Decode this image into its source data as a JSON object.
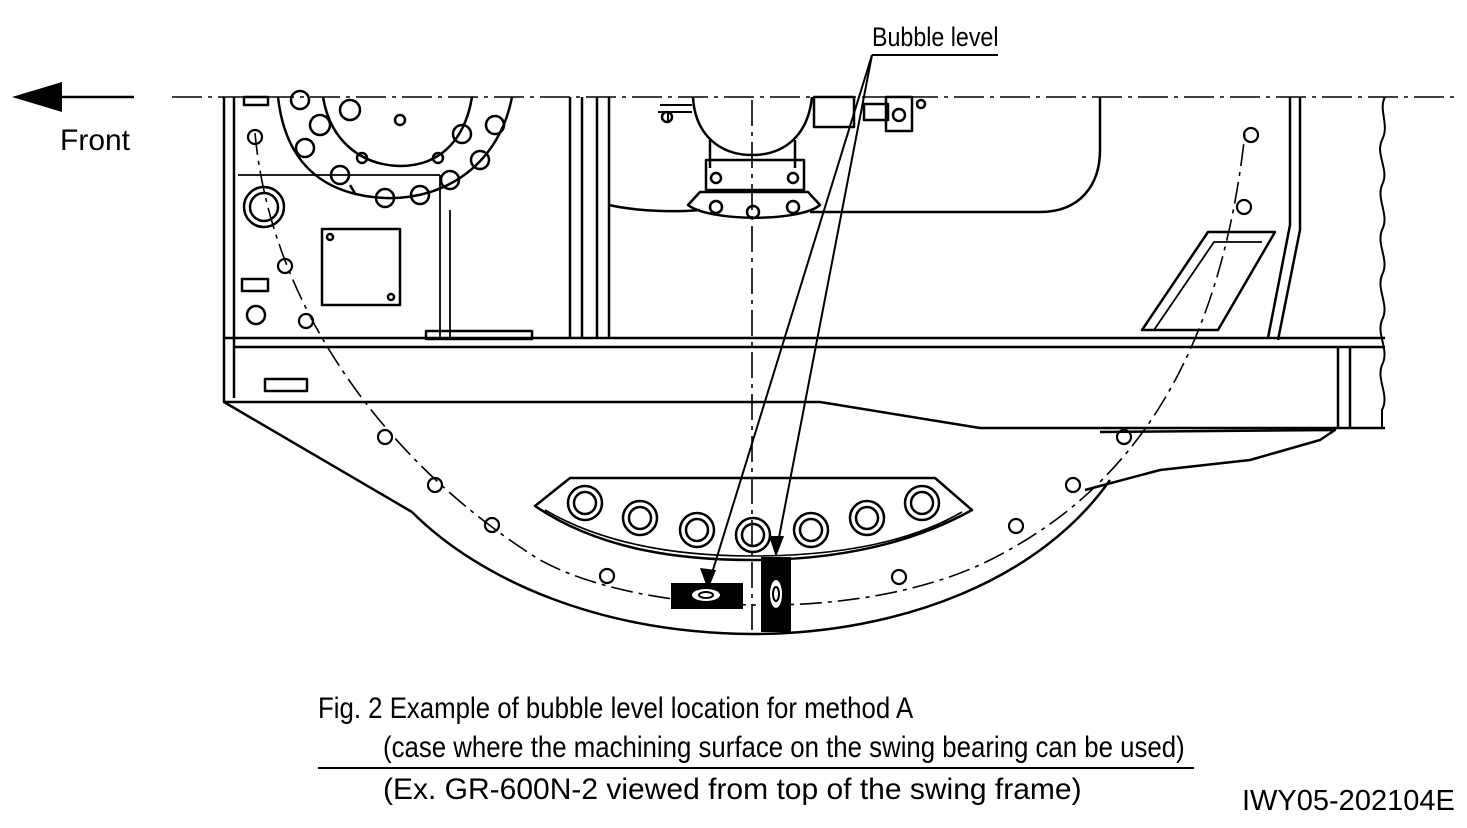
{
  "figure": {
    "callout_label": "Bubble level",
    "direction_label": "Front",
    "caption": {
      "line1": "Fig. 2 Example of bubble level location for method A",
      "line2": "(case where the machining surface on the swing bearing can be used)",
      "line3": "(Ex. GR-600N-2 viewed from top of the swing frame)"
    },
    "document_code": "IWY05-202104E"
  }
}
